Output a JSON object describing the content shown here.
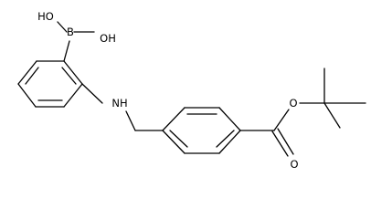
{
  "diagram": {
    "type": "chemical-structure",
    "atoms": {
      "boron": "B",
      "hydroxyl_left": "HO",
      "hydroxyl_right": "OH",
      "amine": "NH",
      "ester_oxygen": "O",
      "carbonyl_oxygen": "O"
    },
    "colors": {
      "bond": "#000000",
      "text": "#000000",
      "background": "#ffffff"
    }
  }
}
